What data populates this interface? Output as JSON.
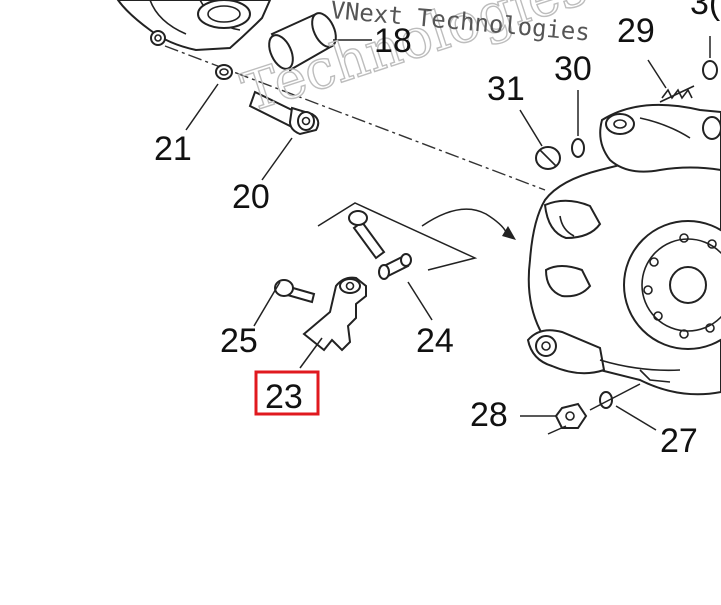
{
  "diagram": {
    "watermark_text": "Technologies",
    "watermark_caption": "VNext Technologies",
    "highlight_color": "#e0191f",
    "highlighted_callout": "23",
    "callouts": [
      {
        "id": "18",
        "label": "18"
      },
      {
        "id": "29",
        "label": "29"
      },
      {
        "id": "30",
        "label": "30"
      },
      {
        "id": "31",
        "label": "31"
      },
      {
        "id": "21",
        "label": "21"
      },
      {
        "id": "20",
        "label": "20"
      },
      {
        "id": "25",
        "label": "25"
      },
      {
        "id": "24",
        "label": "24"
      },
      {
        "id": "23",
        "label": "23"
      },
      {
        "id": "28",
        "label": "28"
      },
      {
        "id": "27",
        "label": "27"
      },
      {
        "id": "cut-top-right",
        "label": "3("
      }
    ]
  }
}
